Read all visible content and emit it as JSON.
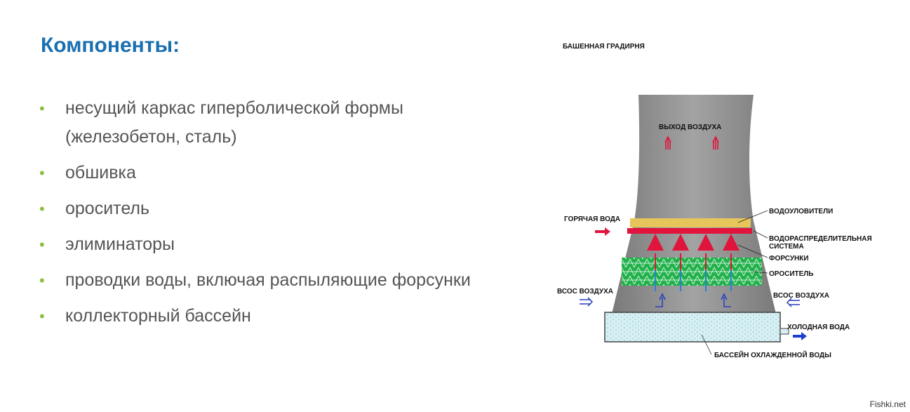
{
  "heading": "Компоненты:",
  "components": [
    "несущий каркас гиперболической формы (железобетон, сталь)",
    "обшивка",
    "ороситель",
    "элиминаторы",
    "проводки воды, включая распыляющие форсунки",
    "коллекторный бассейн"
  ],
  "diagram": {
    "title": "БАШЕННАЯ ГРАДИРНЯ",
    "labels": {
      "air_out": "ВЫХОД ВОЗДУХА",
      "hot_water": "ГОРЯЧАЯ ВОДА",
      "drift_eliminators": "ВОДОУЛОВИТЕЛИ",
      "distribution_1": "ВОДОРАСПРЕДЕЛИТЕЛЬНАЯ",
      "distribution_2": "СИСТЕМА",
      "nozzles": "ФОРСУНКИ",
      "fill": "ОРОСИТЕЛЬ",
      "air_in_left": "ВСОС ВОЗДУХА",
      "air_in_right": "ВСОС ВОЗДУХА",
      "cold_water": "ХОЛОДНАЯ ВОДА",
      "basin": "БАССЕЙН ОХЛАЖДЕННОЙ ВОДЫ"
    },
    "colors": {
      "tower": "#8d8d8d",
      "eliminator": "#e6c55a",
      "distribution": "#e0143c",
      "fill": "#22b14c",
      "water_down": "#2b7fd6",
      "air_arrow_in": "#2a3fbf",
      "basin": "#d8f0f3"
    }
  },
  "watermark": "Fishki.net"
}
